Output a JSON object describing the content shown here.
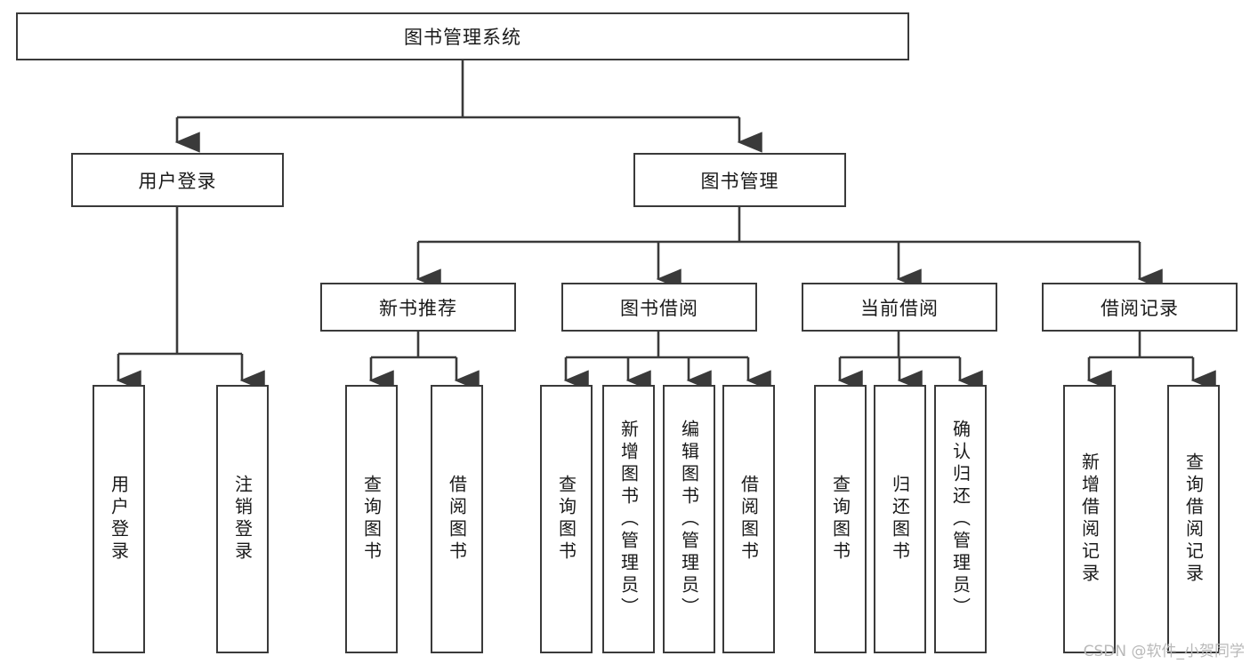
{
  "diagram": {
    "title": "图书管理系统",
    "type": "tree-structure-chart",
    "root": {
      "label": "图书管理系统"
    },
    "level2": [
      {
        "label": "用户登录"
      },
      {
        "label": "图书管理"
      }
    ],
    "level3": [
      {
        "label": "新书推荐"
      },
      {
        "label": "图书借阅"
      },
      {
        "label": "当前借阅"
      },
      {
        "label": "借阅记录"
      }
    ],
    "leaves": {
      "user_login": [
        {
          "label": "用户登录"
        },
        {
          "label": "注销登录"
        }
      ],
      "new_book_recommend": [
        {
          "label": "查询图书"
        },
        {
          "label": "借阅图书"
        }
      ],
      "book_borrow": [
        {
          "label": "查询图书"
        },
        {
          "label": "新增图书（管理员）"
        },
        {
          "label": "编辑图书（管理员）"
        },
        {
          "label": "借阅图书"
        }
      ],
      "current_borrow": [
        {
          "label": "查询图书"
        },
        {
          "label": "归还图书"
        },
        {
          "label": "确认归还（管理员）"
        }
      ],
      "borrow_records": [
        {
          "label": "新增借阅记录"
        },
        {
          "label": "查询借阅记录"
        }
      ]
    }
  },
  "watermark": {
    "text": "CSDN @软件_小贺同学"
  },
  "colors": {
    "border": "#3a3a3a",
    "background": "#ffffff",
    "text": "#1a1a1a",
    "watermark": "#b9b9b9"
  }
}
